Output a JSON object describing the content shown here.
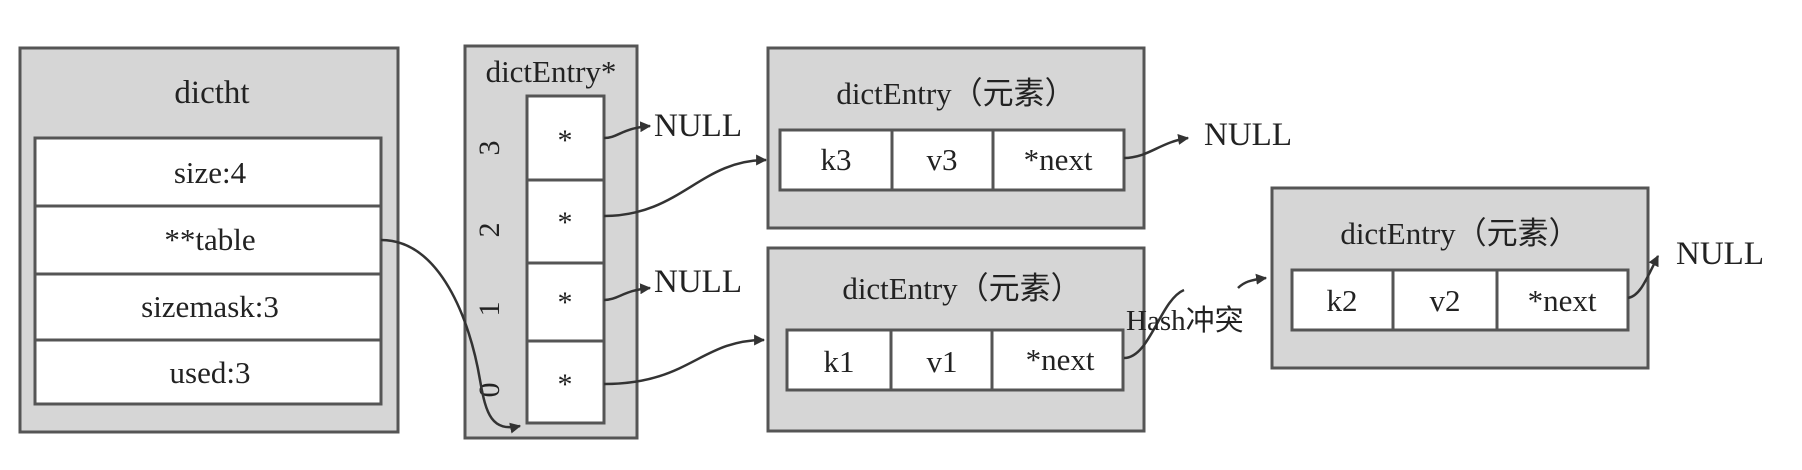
{
  "dictht": {
    "title": "dictht",
    "fields": [
      "size:4",
      "**table",
      "sizemask:3",
      "used:3"
    ]
  },
  "bucket_array": {
    "title": "dictEntry*",
    "indices": [
      "3",
      "2",
      "1",
      "0"
    ],
    "cells": [
      "*",
      "*",
      "*",
      "*"
    ]
  },
  "entry_k3": {
    "title": "dictEntry（元素）",
    "key": "k3",
    "value": "v3",
    "next": "*next",
    "next_target": "NULL"
  },
  "entry_k1": {
    "title": "dictEntry（元素）",
    "key": "k1",
    "value": "v1",
    "next": "*next"
  },
  "entry_k2": {
    "title": "dictEntry（元素）",
    "key": "k2",
    "value": "v2",
    "next": "*next",
    "next_target": "NULL"
  },
  "null_labels": {
    "bucket3": "NULL",
    "bucket1": "NULL"
  },
  "collision_label": "Hash冲突",
  "colors": {
    "panel": "#d6d6d6",
    "border": "#555555",
    "cell": "#ffffff",
    "line": "#333333"
  }
}
